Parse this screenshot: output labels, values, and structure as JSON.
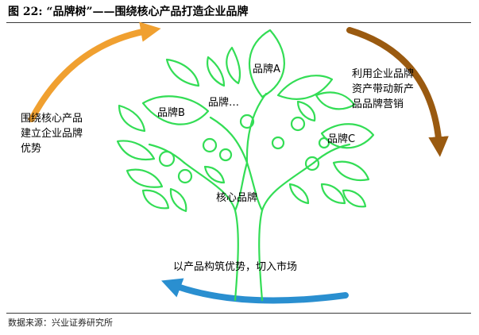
{
  "figure": {
    "title": "图 22: “品牌树”——围绕核心产品打造企业品牌",
    "source": "数据来源：兴业证券研究所"
  },
  "diagram": {
    "left_text": [
      "围绕核心产品",
      "建立企业品牌",
      "优势"
    ],
    "right_text": [
      "利用企业品牌",
      "资产带动新产",
      "品品牌营销"
    ],
    "bottom_text": "以产品构筑优势，切入市场",
    "tree": {
      "trunk_label": "核心品牌",
      "leaf_labels": {
        "brand_a": "品牌A",
        "brand_b": "品牌B",
        "brand_more": "品牌…",
        "brand_c": "品牌C"
      }
    },
    "colors": {
      "tree": "#33dd55",
      "arrow_left": "#f0a030",
      "arrow_right": "#9a5a10",
      "arrow_bottom": "#2a8fd0"
    }
  }
}
